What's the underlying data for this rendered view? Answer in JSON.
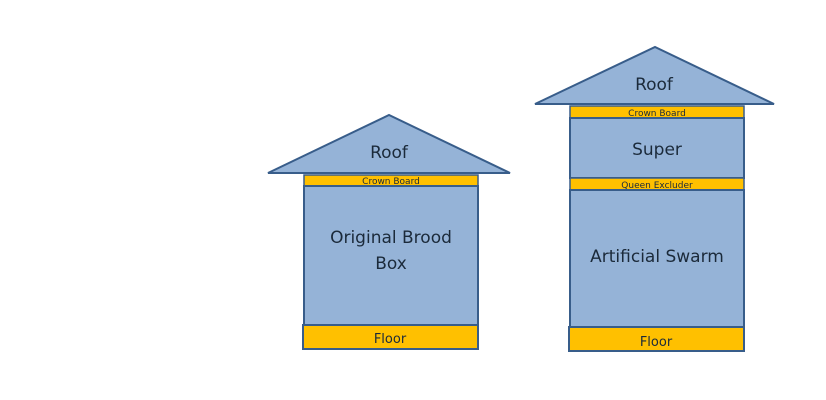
{
  "colors": {
    "box_fill": "#95b3d7",
    "band_fill": "#ffc000",
    "outline": "#385d8a",
    "text": "#1b2a3a"
  },
  "hive_left": {
    "roof": "Roof",
    "crown_board": "Crown Board",
    "brood_line1": "Original Brood",
    "brood_line2": "Box",
    "floor": "Floor"
  },
  "hive_right": {
    "roof": "Roof",
    "crown_board": "Crown Board",
    "super": "Super",
    "queen_excluder": "Queen Excluder",
    "swarm": "Artificial Swarm",
    "floor": "Floor"
  }
}
